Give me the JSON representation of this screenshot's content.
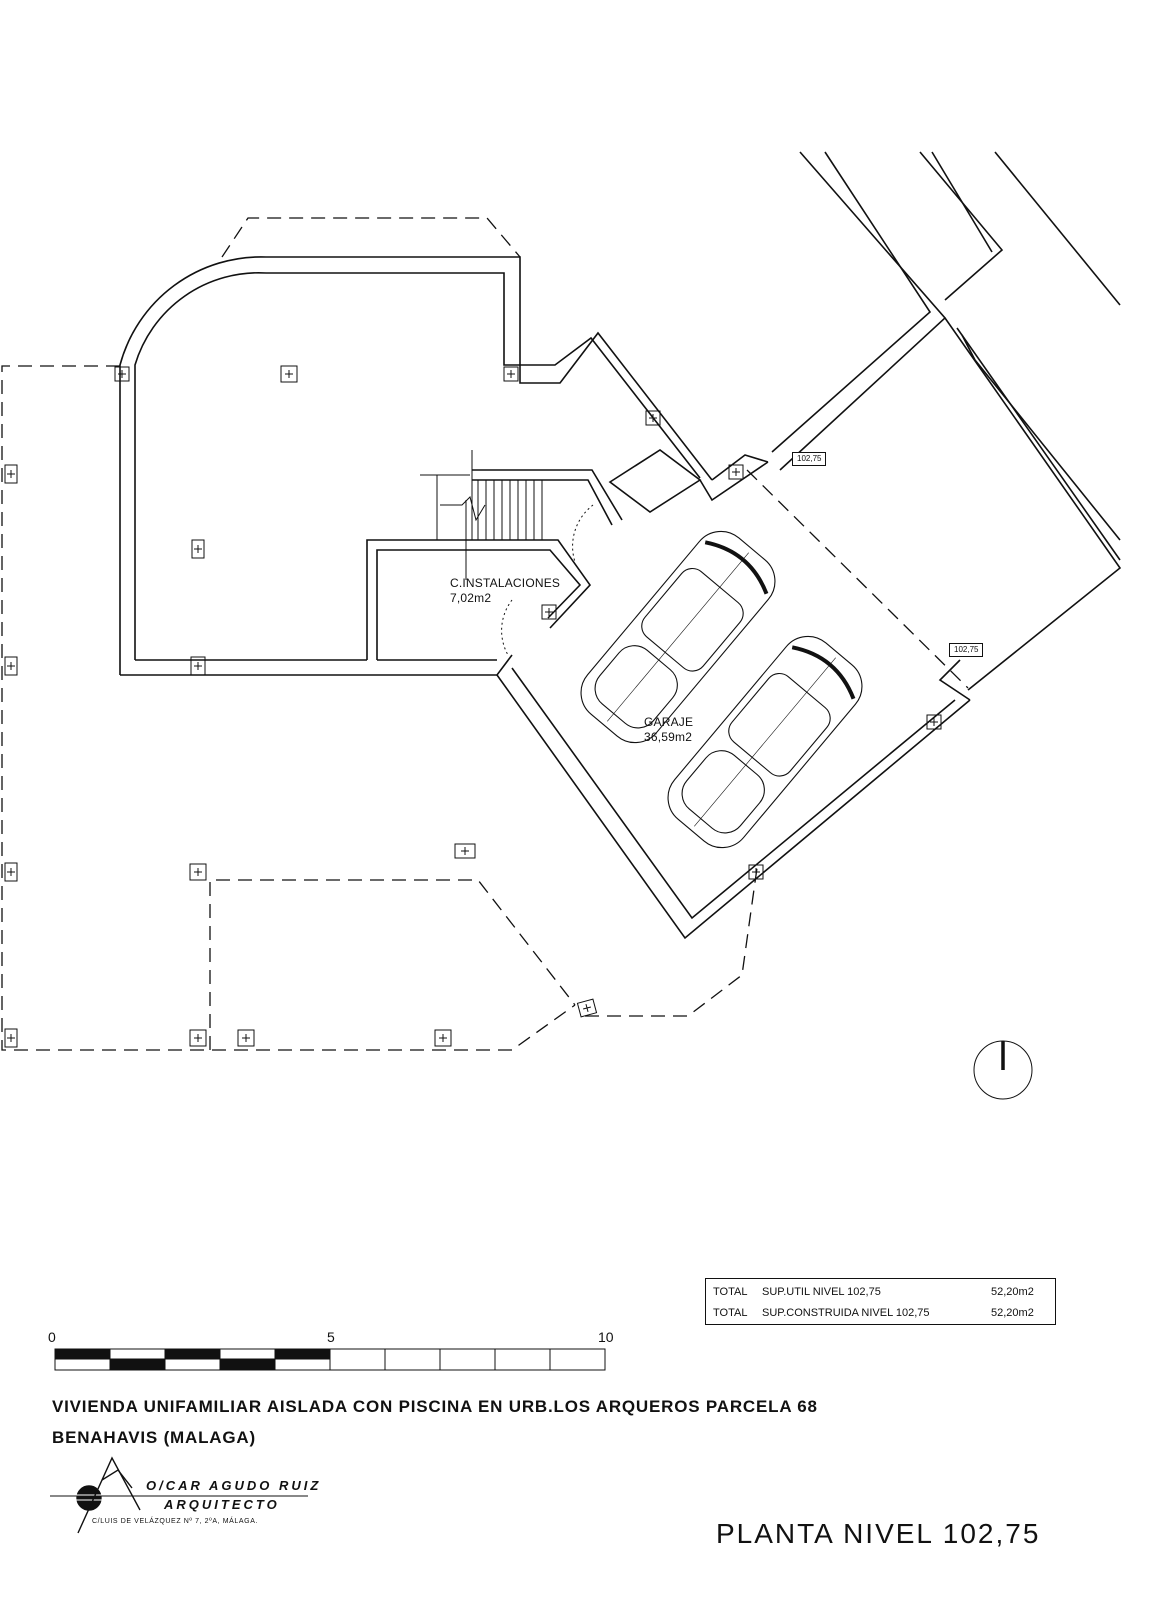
{
  "rooms": {
    "instalaciones": {
      "name": "C.INSTALACIONES",
      "area": "7,02m2"
    },
    "garaje": {
      "name": "GARAJE",
      "area": "36,59m2"
    }
  },
  "level_tags": [
    "102,75",
    "102,75"
  ],
  "surface_table": {
    "rows": [
      {
        "total": "TOTAL",
        "label": "SUP.UTIL NIVEL 102,75",
        "value": "52,20m2"
      },
      {
        "total": "TOTAL",
        "label": "SUP.CONSTRUIDA NIVEL 102,75",
        "value": "52,20m2"
      }
    ]
  },
  "scale_bar": {
    "labels": [
      "0",
      "5",
      "10"
    ]
  },
  "project": {
    "line1": "VIVIENDA UNIFAMILIAR AISLADA CON PISCINA EN URB.LOS ARQUEROS PARCELA 68",
    "line2": "BENAHAVIS (MALAGA)"
  },
  "firm": {
    "name": "O/CAR AGUDO RUIZ",
    "role": "ARQUITECTO",
    "address": "C/LUIS DE VELÁZQUEZ Nº 7, 2ºA, MÁLAGA."
  },
  "sheet_title": "PLANTA NIVEL 102,75",
  "colors": {
    "ink": "#111111",
    "paper": "#ffffff"
  },
  "icons": [
    "north-arrow-icon",
    "architect-logo-icon",
    "survey-point-icon"
  ]
}
